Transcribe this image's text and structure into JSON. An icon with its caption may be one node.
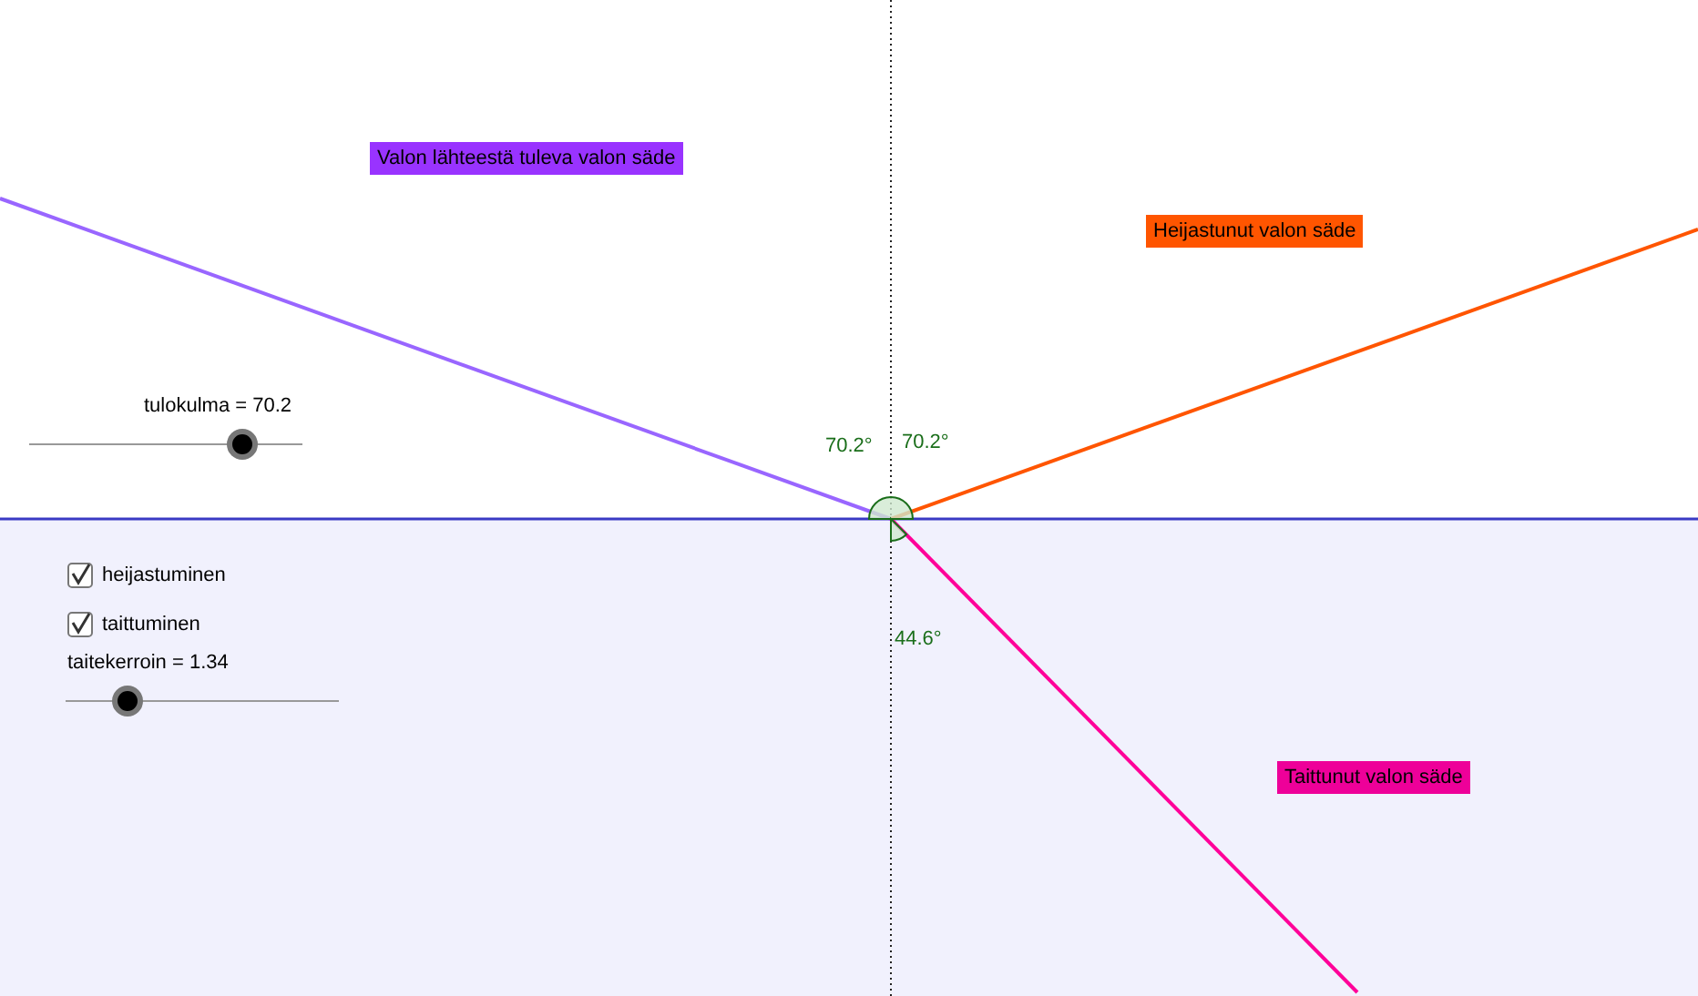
{
  "diagram": {
    "nodes": [
      {
        "text": [
          "Valon lähteestä tuleva valon säde"
        ]
      },
      {
        "text": [
          "Heijastunut valon säde"
        ]
      },
      {
        "text": [
          "Taittunut valon säde"
        ]
      }
    ],
    "labels": [
      "tulokulma = 70.2",
      "70.2°",
      "70.2°",
      "heijastuminen",
      "taittuminen",
      "taitekerroin = 1.34",
      "44.6°"
    ]
  }
}
